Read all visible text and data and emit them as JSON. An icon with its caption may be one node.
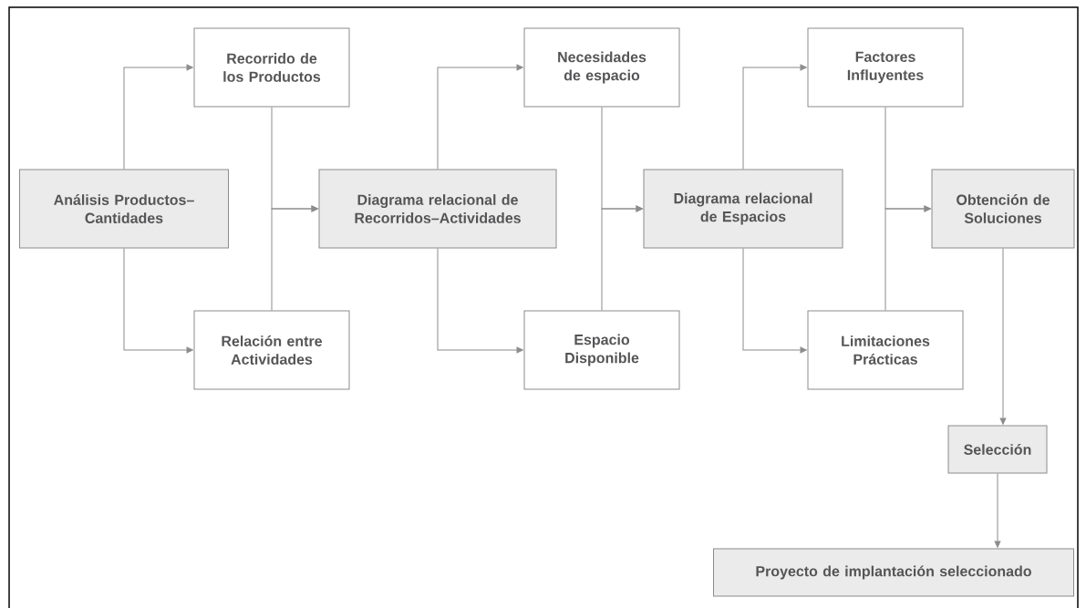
{
  "diagram": {
    "nodes": [
      {
        "text": [
          "Análisis Productos–Cantidades"
        ]
      },
      {
        "text": [
          "Recorrido de los Productos"
        ]
      },
      {
        "text": [
          "Relación entre Actividades"
        ]
      },
      {
        "text": [
          "Diagrama relacional de Recorridos–Actividades"
        ]
      },
      {
        "text": [
          "Necesidades de espacio"
        ]
      },
      {
        "text": [
          "Espacio Disponible"
        ]
      },
      {
        "text": [
          "Diagrama relacional de Espacios"
        ]
      },
      {
        "text": [
          "Factores Influyentes"
        ]
      },
      {
        "text": [
          "Limitaciones Prácticas"
        ]
      },
      {
        "text": [
          "Obtención de Soluciones"
        ]
      },
      {
        "text": [
          "Selección"
        ]
      },
      {
        "text": [
          "Proyecto de implantación seleccionado"
        ]
      }
    ],
    "edges": [
      {
        "from": 0,
        "to": 1,
        "arrow": "to"
      },
      {
        "from": 0,
        "to": 2,
        "arrow": "to"
      },
      {
        "from": 1,
        "to": 3,
        "arrow": "to"
      },
      {
        "from": 2,
        "to": 3,
        "arrow": "to"
      },
      {
        "from": 3,
        "to": 4,
        "arrow": "to"
      },
      {
        "from": 3,
        "to": 5,
        "arrow": "to"
      },
      {
        "from": 4,
        "to": 6,
        "arrow": "to"
      },
      {
        "from": 5,
        "to": 6,
        "arrow": "to"
      },
      {
        "from": 6,
        "to": 7,
        "arrow": "to"
      },
      {
        "from": 6,
        "to": 8,
        "arrow": "to"
      },
      {
        "from": 7,
        "to": 9,
        "arrow": "to"
      },
      {
        "from": 8,
        "to": 9,
        "arrow": "to"
      },
      {
        "from": 9,
        "to": 10,
        "arrow": "to"
      },
      {
        "from": 10,
        "to": 11,
        "arrow": "to"
      }
    ]
  }
}
